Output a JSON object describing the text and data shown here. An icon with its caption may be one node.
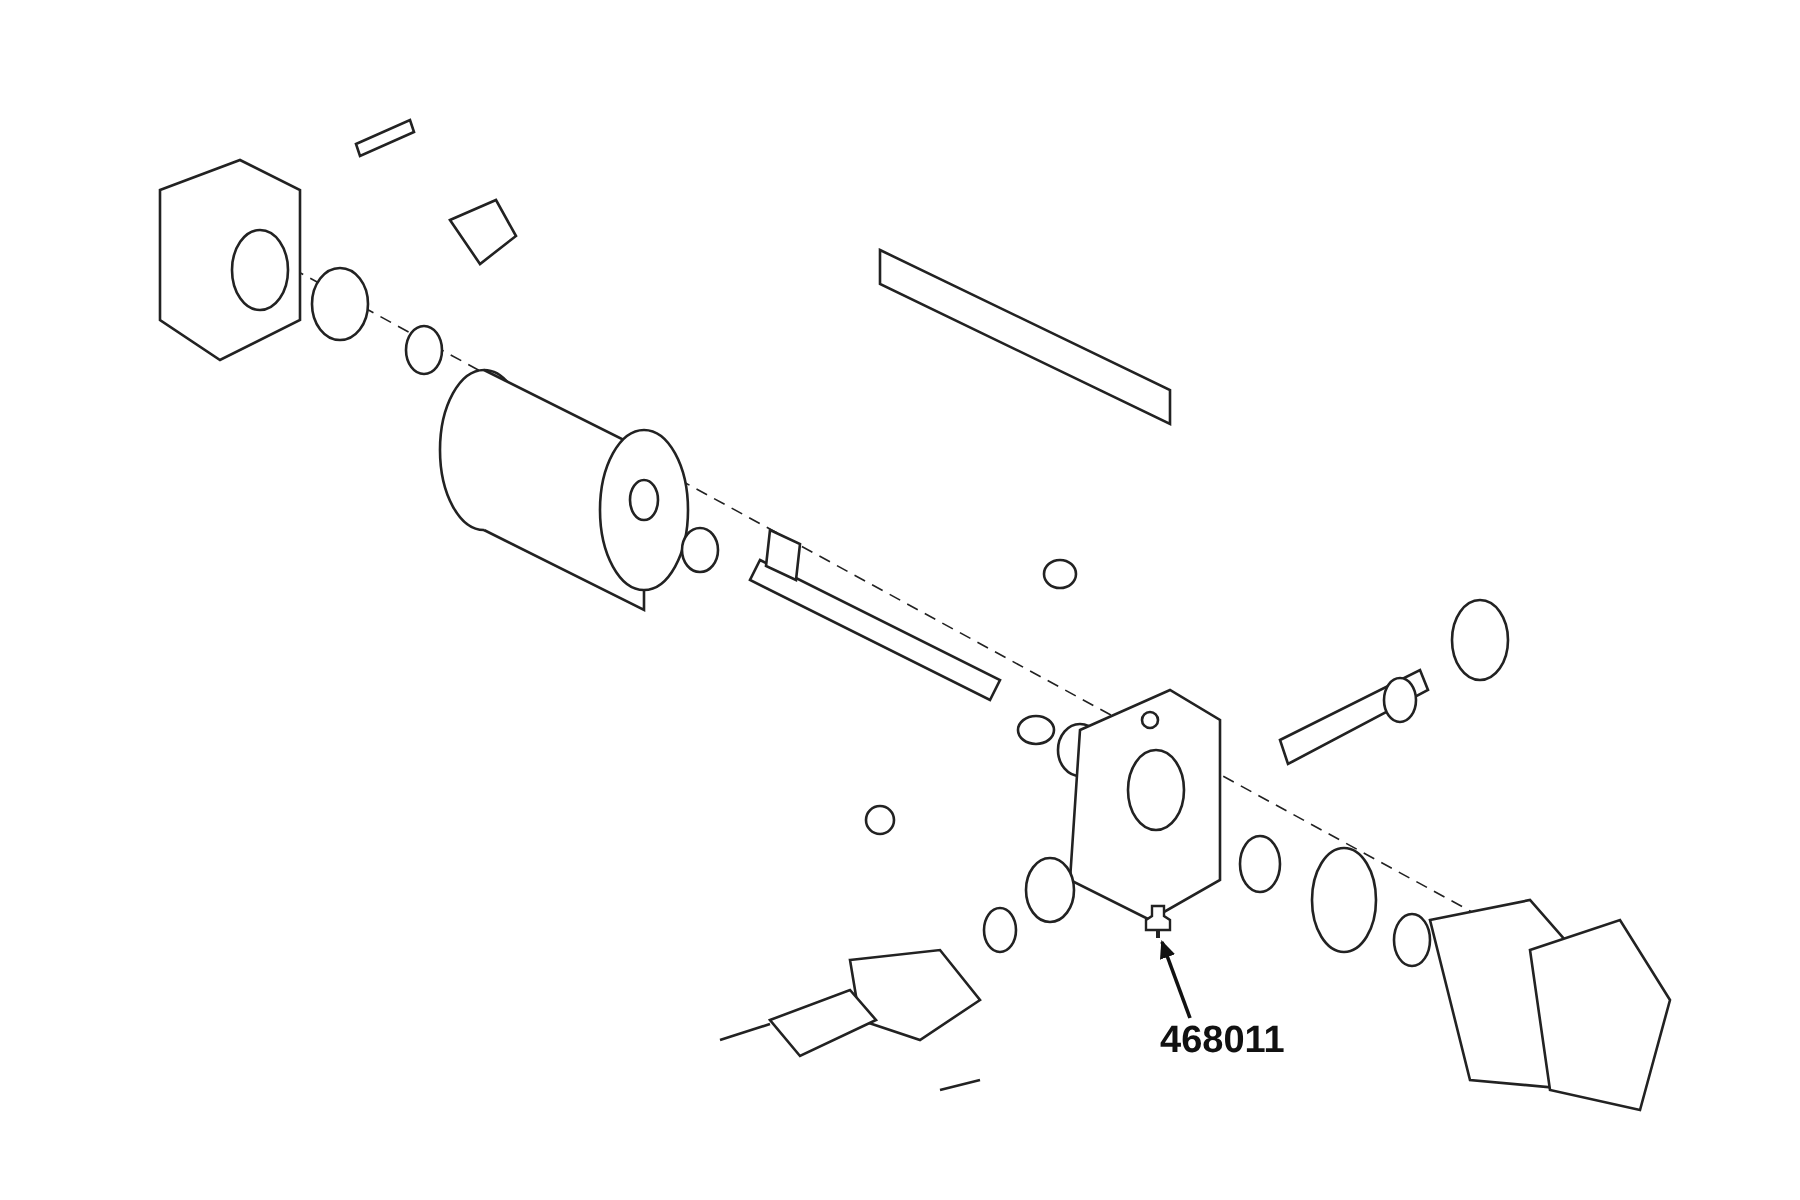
{
  "diagram": {
    "nodes": [
      {
        "text": [
          "468011"
        ]
      },
      {
        "text": [],
        "shape": "picture"
      }
    ],
    "edges": [
      {
        "from": 0,
        "to": 1,
        "arrow": "to"
      }
    ]
  }
}
